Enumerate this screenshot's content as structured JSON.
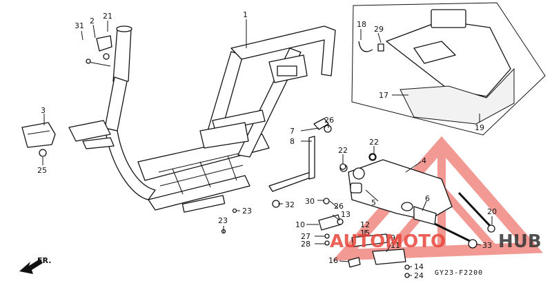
{
  "diagram": {
    "code": "GY23-F2200",
    "direction_label": "FR.",
    "callouts": [
      {
        "id": "c31",
        "text": "31"
      },
      {
        "id": "c2",
        "text": "2"
      },
      {
        "id": "c21",
        "text": "21"
      },
      {
        "id": "c1",
        "text": "1"
      },
      {
        "id": "c3",
        "text": "3"
      },
      {
        "id": "c25",
        "text": "25"
      },
      {
        "id": "c18",
        "text": "18"
      },
      {
        "id": "c29",
        "text": "29"
      },
      {
        "id": "c17",
        "text": "17"
      },
      {
        "id": "c19",
        "text": "19"
      },
      {
        "id": "c26a",
        "text": "26"
      },
      {
        "id": "c7",
        "text": "7"
      },
      {
        "id": "c8",
        "text": "8"
      },
      {
        "id": "c22a",
        "text": "22"
      },
      {
        "id": "c22b",
        "text": "22"
      },
      {
        "id": "c4",
        "text": "4"
      },
      {
        "id": "c5",
        "text": "5"
      },
      {
        "id": "c6",
        "text": "6"
      },
      {
        "id": "c30",
        "text": "30"
      },
      {
        "id": "c32",
        "text": "32"
      },
      {
        "id": "c26b",
        "text": "26"
      },
      {
        "id": "c13",
        "text": "13"
      },
      {
        "id": "c23a",
        "text": "23"
      },
      {
        "id": "c23b",
        "text": "23"
      },
      {
        "id": "c10",
        "text": "10"
      },
      {
        "id": "c27",
        "text": "27"
      },
      {
        "id": "c28",
        "text": "28"
      },
      {
        "id": "c12",
        "text": "12"
      },
      {
        "id": "c15",
        "text": "15"
      },
      {
        "id": "c9",
        "text": "9"
      },
      {
        "id": "c11",
        "text": "11"
      },
      {
        "id": "c16",
        "text": "16"
      },
      {
        "id": "c14",
        "text": "14"
      },
      {
        "id": "c24",
        "text": "24"
      },
      {
        "id": "c20",
        "text": "20"
      },
      {
        "id": "c33",
        "text": "33"
      }
    ]
  },
  "watermark": {
    "brand_part1": "AUTOMOTO",
    "brand_part2": "HUB",
    "color": "#e8463c",
    "color_dark": "#333333"
  }
}
